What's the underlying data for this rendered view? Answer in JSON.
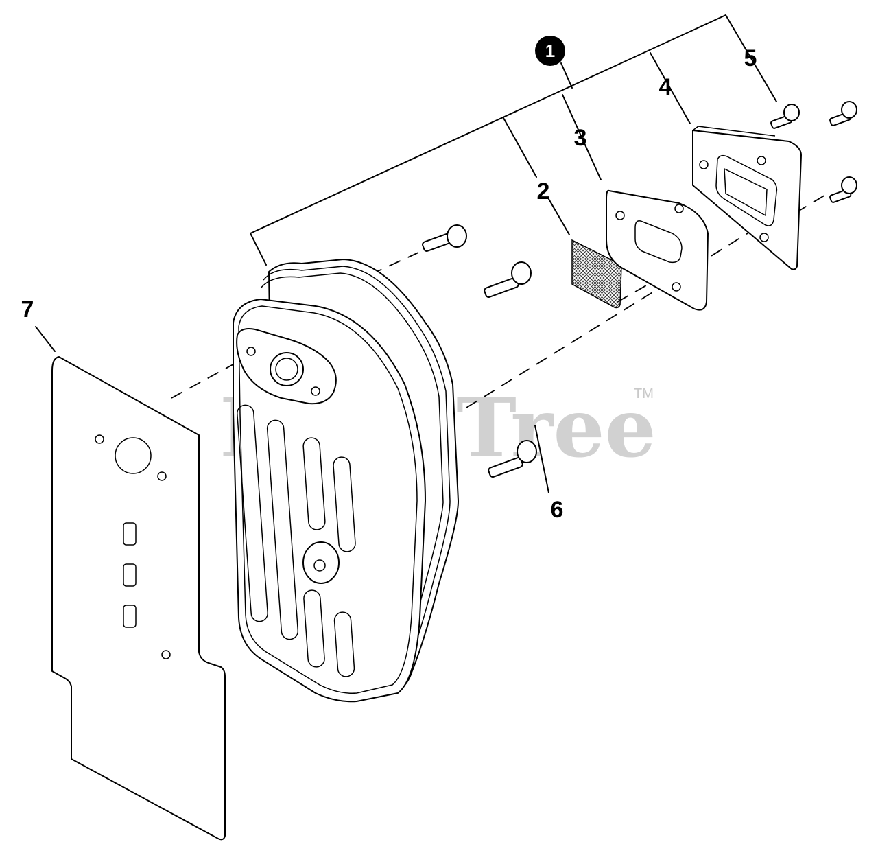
{
  "diagram": {
    "watermark": {
      "text": "PartsTree",
      "tm": "TM"
    },
    "labels": {
      "p1": "1",
      "p2": "2",
      "p3": "3",
      "p4": "4",
      "p5": "5",
      "p6": "6",
      "p7": "7"
    }
  }
}
